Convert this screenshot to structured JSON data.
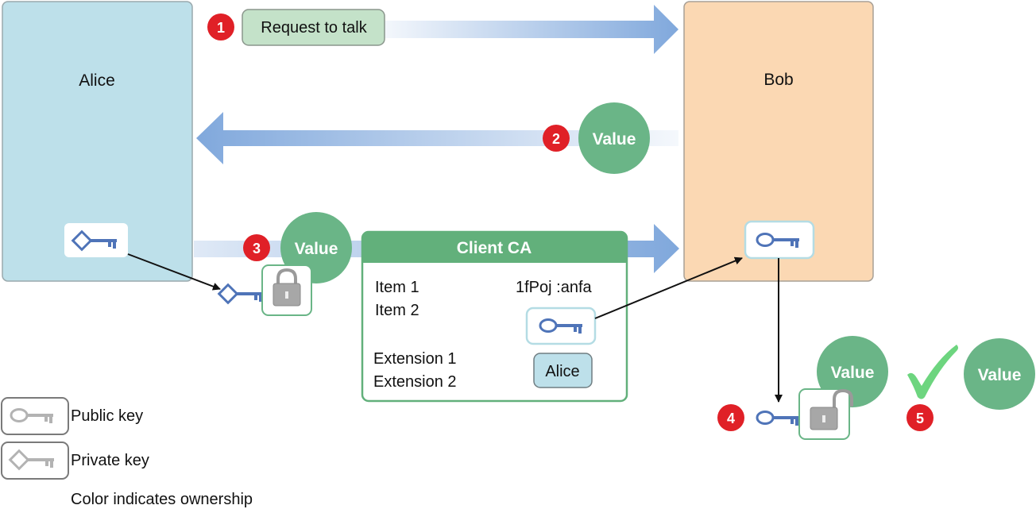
{
  "parties": {
    "alice": "Alice",
    "bob": "Bob"
  },
  "steps": {
    "s1": "1",
    "s2": "2",
    "s3": "3",
    "s4": "4",
    "s5": "5"
  },
  "messages": {
    "request": "Request to talk",
    "value": "Value"
  },
  "certificate": {
    "title": "Client CA",
    "items": [
      "Item 1",
      "Item 2"
    ],
    "serial": "1fPoj :anfa",
    "extensions": [
      "Extension 1",
      "Extension 2"
    ],
    "subject": "Alice"
  },
  "legend": {
    "public_key": "Public key",
    "private_key": "Private key",
    "note": "Color indicates ownership"
  },
  "colors": {
    "alice": "#bde0ea",
    "bob": "#fbd8b3",
    "value": "#6ab587",
    "cert_header": "#62b07b",
    "arrow": "#80a8dc",
    "badge": "#e02027",
    "request": "#c4e2c9",
    "key": "#4f74b8",
    "check": "#6dd57f"
  }
}
